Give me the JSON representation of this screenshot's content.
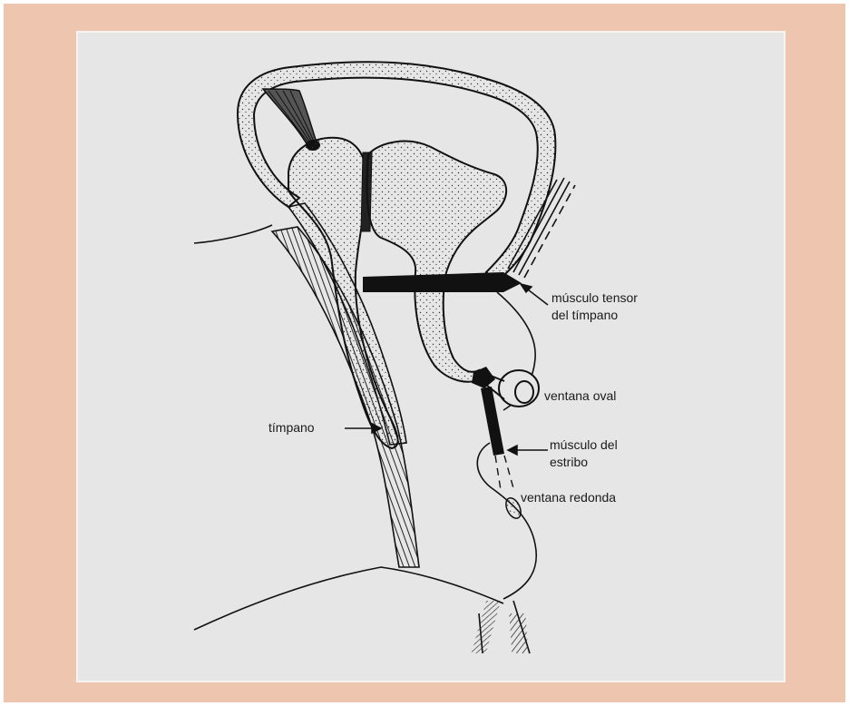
{
  "labels": {
    "tensor_line1": "músculo tensor",
    "tensor_line2": "del tímpano",
    "ventana_oval": "ventana oval",
    "estribo_line1": "músculo del",
    "estribo_line2": "estribo",
    "ventana_redonda": "ventana redonda",
    "timpano": "tímpano"
  }
}
